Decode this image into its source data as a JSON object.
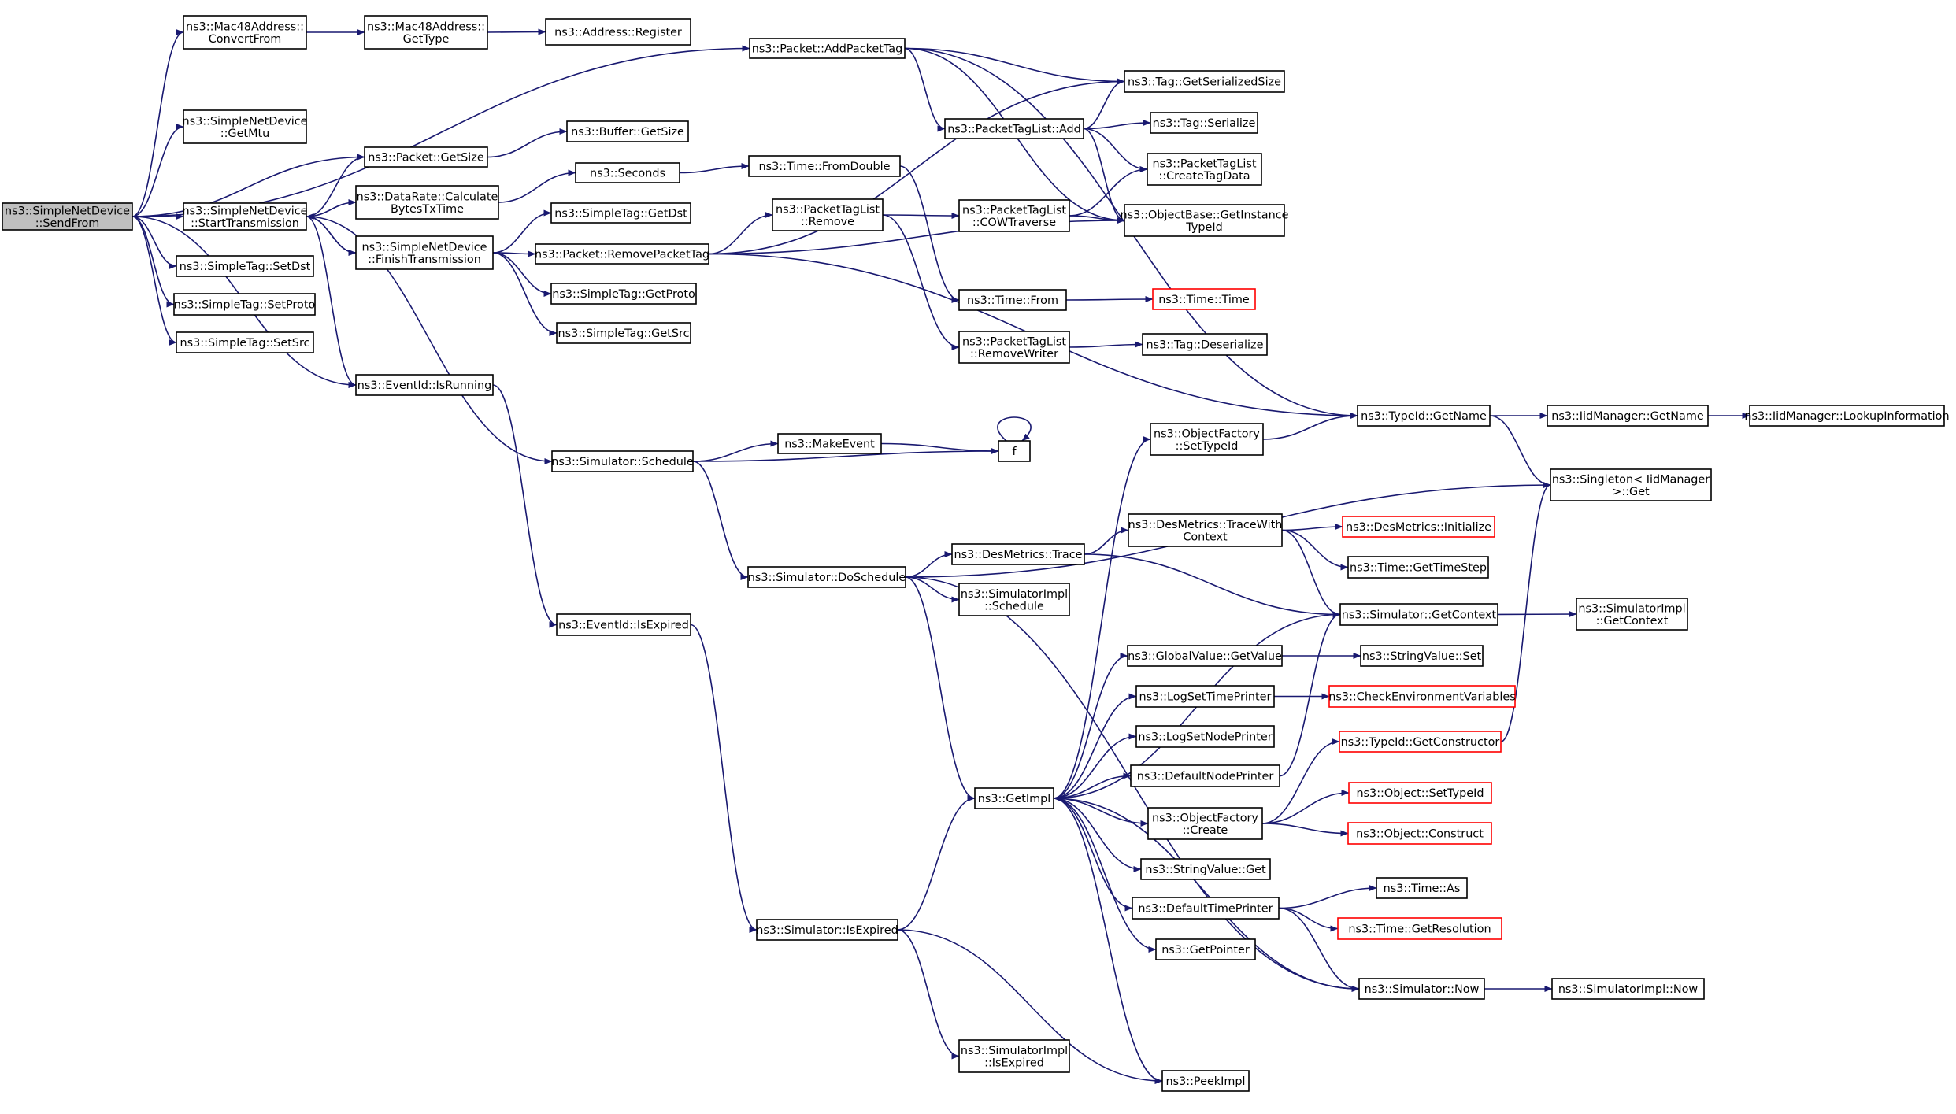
{
  "colors": {
    "edge": "#191970",
    "node_border": "#000000",
    "truncated_border": "#ff0000",
    "node_fill": "#ffffff",
    "root_fill": "#bfbfbf"
  },
  "nodes": [
    {
      "id": "sendfrom",
      "lines": [
        "ns3::SimpleNetDevice",
        "::SendFrom"
      ],
      "style": "root"
    },
    {
      "id": "convertfrom",
      "lines": [
        "ns3::Mac48Address::",
        "ConvertFrom"
      ],
      "style": "normal"
    },
    {
      "id": "mac48gettype",
      "lines": [
        "ns3::Mac48Address::",
        "GetType"
      ],
      "style": "normal"
    },
    {
      "id": "addrregister",
      "lines": [
        "ns3::Address::Register"
      ],
      "style": "normal"
    },
    {
      "id": "getmtu",
      "lines": [
        "ns3::SimpleNetDevice",
        "::GetMtu"
      ],
      "style": "normal"
    },
    {
      "id": "pktgetsize",
      "lines": [
        "ns3::Packet::GetSize"
      ],
      "style": "normal"
    },
    {
      "id": "bufgetsize",
      "lines": [
        "ns3::Buffer::GetSize"
      ],
      "style": "normal"
    },
    {
      "id": "starttx",
      "lines": [
        "ns3::SimpleNetDevice",
        "::StartTransmission"
      ],
      "style": "normal"
    },
    {
      "id": "datarate",
      "lines": [
        "ns3::DataRate::Calculate",
        "BytesTxTime"
      ],
      "style": "normal"
    },
    {
      "id": "seconds",
      "lines": [
        "ns3::Seconds"
      ],
      "style": "normal"
    },
    {
      "id": "fromdouble",
      "lines": [
        "ns3::Time::FromDouble"
      ],
      "style": "normal"
    },
    {
      "id": "finishtx",
      "lines": [
        "ns3::SimpleNetDevice",
        "::FinishTransmission"
      ],
      "style": "normal"
    },
    {
      "id": "getdst",
      "lines": [
        "ns3::SimpleTag::GetDst"
      ],
      "style": "normal"
    },
    {
      "id": "getproto",
      "lines": [
        "ns3::SimpleTag::GetProto"
      ],
      "style": "normal"
    },
    {
      "id": "getsrc",
      "lines": [
        "ns3::SimpleTag::GetSrc"
      ],
      "style": "normal"
    },
    {
      "id": "setdst",
      "lines": [
        "ns3::SimpleTag::SetDst"
      ],
      "style": "normal"
    },
    {
      "id": "setproto",
      "lines": [
        "ns3::SimpleTag::SetProto"
      ],
      "style": "normal"
    },
    {
      "id": "setsrc",
      "lines": [
        "ns3::SimpleTag::SetSrc"
      ],
      "style": "normal"
    },
    {
      "id": "isrunning",
      "lines": [
        "ns3::EventId::IsRunning"
      ],
      "style": "normal"
    },
    {
      "id": "addpackettag",
      "lines": [
        "ns3::Packet::AddPacketTag"
      ],
      "style": "normal"
    },
    {
      "id": "removepackettag",
      "lines": [
        "ns3::Packet::RemovePacketTag"
      ],
      "style": "normal"
    },
    {
      "id": "ptlremove",
      "lines": [
        "ns3::PacketTagList",
        "::Remove"
      ],
      "style": "normal"
    },
    {
      "id": "ptladd",
      "lines": [
        "ns3::PacketTagList::Add"
      ],
      "style": "normal"
    },
    {
      "id": "taggetsersize",
      "lines": [
        "ns3::Tag::GetSerializedSize"
      ],
      "style": "normal"
    },
    {
      "id": "tagserialize",
      "lines": [
        "ns3::Tag::Serialize"
      ],
      "style": "normal"
    },
    {
      "id": "createtagdata",
      "lines": [
        "ns3::PacketTagList",
        "::CreateTagData"
      ],
      "style": "normal"
    },
    {
      "id": "getinstancetypeid",
      "lines": [
        "ns3::ObjectBase::GetInstance",
        "TypeId"
      ],
      "style": "normal"
    },
    {
      "id": "cowtraverse",
      "lines": [
        "ns3::PacketTagList",
        "::COWTraverse"
      ],
      "style": "normal"
    },
    {
      "id": "timefrom",
      "lines": [
        "ns3::Time::From"
      ],
      "style": "normal"
    },
    {
      "id": "timetime",
      "lines": [
        "ns3::Time::Time"
      ],
      "style": "truncated"
    },
    {
      "id": "removewriter",
      "lines": [
        "ns3::PacketTagList",
        "::RemoveWriter"
      ],
      "style": "normal"
    },
    {
      "id": "tagdeserialize",
      "lines": [
        "ns3::Tag::Deserialize"
      ],
      "style": "normal"
    },
    {
      "id": "typeidgetname",
      "lines": [
        "ns3::TypeId::GetName"
      ],
      "style": "normal"
    },
    {
      "id": "iidgetname",
      "lines": [
        "ns3::IidManager::GetName"
      ],
      "style": "normal"
    },
    {
      "id": "lookupinfo",
      "lines": [
        "ns3::IidManager::LookupInformation"
      ],
      "style": "normal"
    },
    {
      "id": "singletonget",
      "lines": [
        "ns3::Singleton< IidManager",
        ">::Get"
      ],
      "style": "normal"
    },
    {
      "id": "ofsettypeid",
      "lines": [
        "ns3::ObjectFactory",
        "::SetTypeId"
      ],
      "style": "normal"
    },
    {
      "id": "schedule",
      "lines": [
        "ns3::Simulator::Schedule"
      ],
      "style": "normal"
    },
    {
      "id": "makeevent",
      "lines": [
        "ns3::MakeEvent"
      ],
      "style": "normal"
    },
    {
      "id": "f",
      "lines": [
        "f"
      ],
      "style": "normal"
    },
    {
      "id": "doschedule",
      "lines": [
        "ns3::Simulator::DoSchedule"
      ],
      "style": "normal"
    },
    {
      "id": "desmetricstrace",
      "lines": [
        "ns3::DesMetrics::Trace"
      ],
      "style": "normal"
    },
    {
      "id": "tracewithcontext",
      "lines": [
        "ns3::DesMetrics::TraceWith",
        "Context"
      ],
      "style": "normal"
    },
    {
      "id": "desmetricsinit",
      "lines": [
        "ns3::DesMetrics::Initialize"
      ],
      "style": "truncated"
    },
    {
      "id": "gettimestep",
      "lines": [
        "ns3::Time::GetTimeStep"
      ],
      "style": "normal"
    },
    {
      "id": "simimplschedule",
      "lines": [
        "ns3::SimulatorImpl",
        "::Schedule"
      ],
      "style": "normal"
    },
    {
      "id": "simgetcontext",
      "lines": [
        "ns3::Simulator::GetContext"
      ],
      "style": "normal"
    },
    {
      "id": "simimplgetcontext",
      "lines": [
        "ns3::SimulatorImpl",
        "::GetContext"
      ],
      "style": "normal"
    },
    {
      "id": "isexpired",
      "lines": [
        "ns3::EventId::IsExpired"
      ],
      "style": "normal"
    },
    {
      "id": "globalgetvalue",
      "lines": [
        "ns3::GlobalValue::GetValue"
      ],
      "style": "normal"
    },
    {
      "id": "stringvalueset",
      "lines": [
        "ns3::StringValue::Set"
      ],
      "style": "normal"
    },
    {
      "id": "logsettimeprinter",
      "lines": [
        "ns3::LogSetTimePrinter"
      ],
      "style": "normal"
    },
    {
      "id": "checkenv",
      "lines": [
        "ns3::CheckEnvironmentVariables"
      ],
      "style": "truncated"
    },
    {
      "id": "logsetnodeprinter",
      "lines": [
        "ns3::LogSetNodePrinter"
      ],
      "style": "normal"
    },
    {
      "id": "typeidgetctor",
      "lines": [
        "ns3::TypeId::GetConstructor"
      ],
      "style": "truncated"
    },
    {
      "id": "defaultnodeprinter",
      "lines": [
        "ns3::DefaultNodePrinter"
      ],
      "style": "normal"
    },
    {
      "id": "objsettypeid",
      "lines": [
        "ns3::Object::SetTypeId"
      ],
      "style": "truncated"
    },
    {
      "id": "getimpl",
      "lines": [
        "ns3::GetImpl"
      ],
      "style": "normal"
    },
    {
      "id": "ofcreate",
      "lines": [
        "ns3::ObjectFactory",
        "::Create"
      ],
      "style": "normal"
    },
    {
      "id": "objconstruct",
      "lines": [
        "ns3::Object::Construct"
      ],
      "style": "truncated"
    },
    {
      "id": "stringvalueget",
      "lines": [
        "ns3::StringValue::Get"
      ],
      "style": "normal"
    },
    {
      "id": "timeas",
      "lines": [
        "ns3::Time::As"
      ],
      "style": "normal"
    },
    {
      "id": "defaulttimeprinter",
      "lines": [
        "ns3::DefaultTimePrinter"
      ],
      "style": "normal"
    },
    {
      "id": "getresolution",
      "lines": [
        "ns3::Time::GetResolution"
      ],
      "style": "truncated"
    },
    {
      "id": "simisexpired",
      "lines": [
        "ns3::Simulator::IsExpired"
      ],
      "style": "normal"
    },
    {
      "id": "getpointer",
      "lines": [
        "ns3::GetPointer"
      ],
      "style": "normal"
    },
    {
      "id": "simnow",
      "lines": [
        "ns3::Simulator::Now"
      ],
      "style": "normal"
    },
    {
      "id": "simimplnow",
      "lines": [
        "ns3::SimulatorImpl::Now"
      ],
      "style": "normal"
    },
    {
      "id": "simimplisexpired",
      "lines": [
        "ns3::SimulatorImpl",
        "::IsExpired"
      ],
      "style": "normal"
    },
    {
      "id": "peekimpl",
      "lines": [
        "ns3::PeekImpl"
      ],
      "style": "normal"
    }
  ],
  "edges": [
    {
      "from": "sendfrom",
      "to": "convertfrom"
    },
    {
      "from": "sendfrom",
      "to": "addpackettag"
    },
    {
      "from": "sendfrom",
      "to": "getmtu"
    },
    {
      "from": "sendfrom",
      "to": "pktgetsize"
    },
    {
      "from": "sendfrom",
      "to": "starttx"
    },
    {
      "from": "sendfrom",
      "to": "setdst"
    },
    {
      "from": "sendfrom",
      "to": "setproto"
    },
    {
      "from": "sendfrom",
      "to": "setsrc"
    },
    {
      "from": "sendfrom",
      "to": "isrunning"
    },
    {
      "from": "convertfrom",
      "to": "mac48gettype"
    },
    {
      "from": "mac48gettype",
      "to": "addrregister"
    },
    {
      "from": "pktgetsize",
      "to": "bufgetsize"
    },
    {
      "from": "starttx",
      "to": "pktgetsize"
    },
    {
      "from": "starttx",
      "to": "datarate"
    },
    {
      "from": "starttx",
      "to": "finishtx"
    },
    {
      "from": "starttx",
      "to": "isrunning"
    },
    {
      "from": "starttx",
      "to": "schedule"
    },
    {
      "from": "datarate",
      "to": "seconds"
    },
    {
      "from": "seconds",
      "to": "fromdouble"
    },
    {
      "from": "fromdouble",
      "to": "timefrom"
    },
    {
      "from": "finishtx",
      "to": "starttx"
    },
    {
      "from": "finishtx",
      "to": "getdst"
    },
    {
      "from": "finishtx",
      "to": "removepackettag"
    },
    {
      "from": "finishtx",
      "to": "getproto"
    },
    {
      "from": "finishtx",
      "to": "getsrc"
    },
    {
      "from": "isrunning",
      "to": "isexpired"
    },
    {
      "from": "addpackettag",
      "to": "typeidgetname"
    },
    {
      "from": "addpackettag",
      "to": "taggetsersize"
    },
    {
      "from": "addpackettag",
      "to": "ptladd"
    },
    {
      "from": "addpackettag",
      "to": "getinstancetypeid"
    },
    {
      "from": "removepackettag",
      "to": "taggetsersize"
    },
    {
      "from": "removepackettag",
      "to": "ptlremove"
    },
    {
      "from": "removepackettag",
      "to": "getinstancetypeid"
    },
    {
      "from": "removepackettag",
      "to": "typeidgetname"
    },
    {
      "from": "ptlremove",
      "to": "cowtraverse"
    },
    {
      "from": "ptlremove",
      "to": "removewriter"
    },
    {
      "from": "ptladd",
      "to": "taggetsersize"
    },
    {
      "from": "ptladd",
      "to": "tagserialize"
    },
    {
      "from": "ptladd",
      "to": "createtagdata"
    },
    {
      "from": "ptladd",
      "to": "getinstancetypeid"
    },
    {
      "from": "cowtraverse",
      "to": "createtagdata"
    },
    {
      "from": "cowtraverse",
      "to": "getinstancetypeid"
    },
    {
      "from": "timefrom",
      "to": "timetime"
    },
    {
      "from": "removewriter",
      "to": "tagdeserialize"
    },
    {
      "from": "typeidgetname",
      "to": "iidgetname"
    },
    {
      "from": "typeidgetname",
      "to": "singletonget"
    },
    {
      "from": "iidgetname",
      "to": "lookupinfo"
    },
    {
      "from": "ofsettypeid",
      "to": "typeidgetname"
    },
    {
      "from": "schedule",
      "to": "makeevent"
    },
    {
      "from": "schedule",
      "to": "f"
    },
    {
      "from": "schedule",
      "to": "doschedule"
    },
    {
      "from": "makeevent",
      "to": "f"
    },
    {
      "from": "f",
      "to": "f"
    },
    {
      "from": "doschedule",
      "to": "singletonget"
    },
    {
      "from": "doschedule",
      "to": "desmetricstrace"
    },
    {
      "from": "doschedule",
      "to": "simimplschedule"
    },
    {
      "from": "doschedule",
      "to": "getimpl"
    },
    {
      "from": "doschedule",
      "to": "simnow"
    },
    {
      "from": "desmetricstrace",
      "to": "tracewithcontext"
    },
    {
      "from": "desmetricstrace",
      "to": "simgetcontext"
    },
    {
      "from": "tracewithcontext",
      "to": "desmetricsinit"
    },
    {
      "from": "tracewithcontext",
      "to": "gettimestep"
    },
    {
      "from": "tracewithcontext",
      "to": "simgetcontext"
    },
    {
      "from": "simgetcontext",
      "to": "getimpl"
    },
    {
      "from": "simgetcontext",
      "to": "simimplgetcontext"
    },
    {
      "from": "isexpired",
      "to": "simisexpired"
    },
    {
      "from": "globalgetvalue",
      "to": "stringvalueset"
    },
    {
      "from": "logsettimeprinter",
      "to": "checkenv"
    },
    {
      "from": "defaultnodeprinter",
      "to": "simgetcontext"
    },
    {
      "from": "typeidgetctor",
      "to": "singletonget"
    },
    {
      "from": "getimpl",
      "to": "ofsettypeid"
    },
    {
      "from": "getimpl",
      "to": "globalgetvalue"
    },
    {
      "from": "getimpl",
      "to": "logsettimeprinter"
    },
    {
      "from": "getimpl",
      "to": "logsetnodeprinter"
    },
    {
      "from": "getimpl",
      "to": "defaultnodeprinter"
    },
    {
      "from": "getimpl",
      "to": "ofcreate"
    },
    {
      "from": "getimpl",
      "to": "stringvalueget"
    },
    {
      "from": "getimpl",
      "to": "defaulttimeprinter"
    },
    {
      "from": "getimpl",
      "to": "getpointer"
    },
    {
      "from": "getimpl",
      "to": "peekimpl"
    },
    {
      "from": "ofcreate",
      "to": "typeidgetctor"
    },
    {
      "from": "ofcreate",
      "to": "objsettypeid"
    },
    {
      "from": "ofcreate",
      "to": "objconstruct"
    },
    {
      "from": "defaulttimeprinter",
      "to": "timeas"
    },
    {
      "from": "defaulttimeprinter",
      "to": "getresolution"
    },
    {
      "from": "defaulttimeprinter",
      "to": "simnow"
    },
    {
      "from": "simisexpired",
      "to": "getimpl"
    },
    {
      "from": "simisexpired",
      "to": "simimplisexpired"
    },
    {
      "from": "simisexpired",
      "to": "peekimpl"
    },
    {
      "from": "simnow",
      "to": "getimpl"
    },
    {
      "from": "simnow",
      "to": "simimplnow"
    }
  ]
}
